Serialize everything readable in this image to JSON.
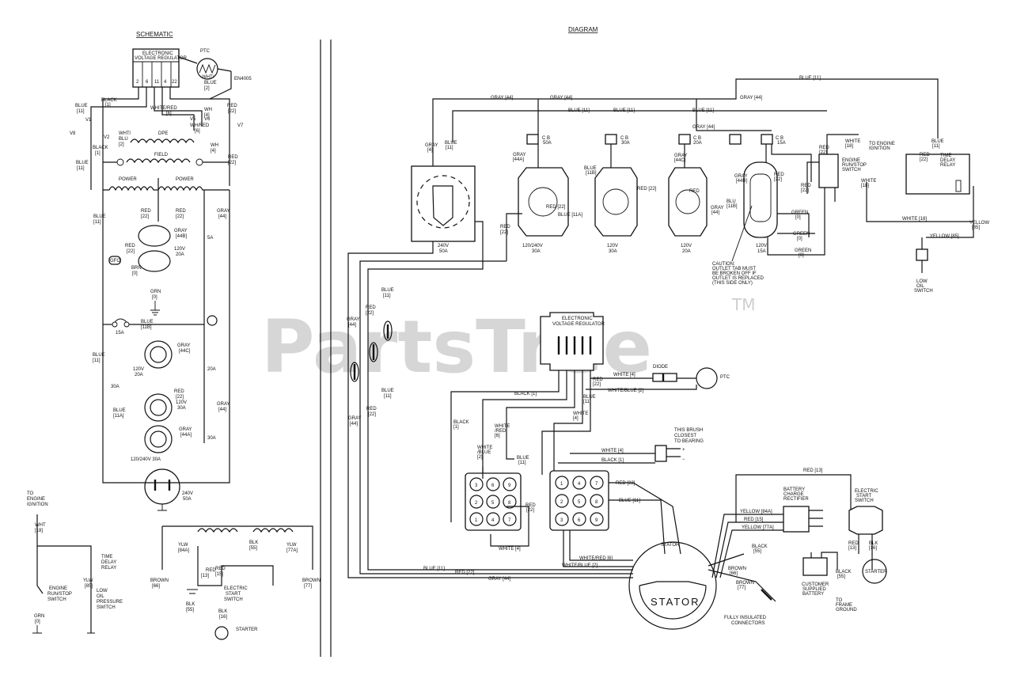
{
  "titles": {
    "schematic": "SCHEMATIC",
    "diagram": "DIAGRAM"
  },
  "watermark": {
    "text": "PartsTree",
    "tm": "TM",
    "color": "#cfcfcf"
  },
  "schematic": {
    "regulator_lines": [
      "ELECTRONIC",
      "VOLTAGE REGULATOR"
    ],
    "regulator_pins": [
      "2",
      "6",
      "11",
      "4",
      "22"
    ],
    "ptc": "PTC",
    "diode": "EN4005",
    "wht_blue_21": [
      "WHT/",
      "BLUE",
      "[2]"
    ],
    "blue_11": [
      "BLUE",
      "[11]"
    ],
    "black_1": [
      "BLACK",
      "[1]"
    ],
    "white_red_6": [
      "WHITE/RED",
      "[6]"
    ],
    "wh_4": [
      "WH",
      "[4]"
    ],
    "red_22a": [
      "RED",
      "[22]"
    ],
    "v1": "V1",
    "v2": "V2",
    "v5": "V5",
    "v6": "V6",
    "v7": "V7",
    "v8": "V8",
    "wht_blu_2": [
      "WHT/",
      "BLU",
      "[2]"
    ],
    "dpe": "DPE",
    "wh_red_6": [
      "WH/RED",
      "[6]"
    ],
    "black_1b": [
      "BLACK",
      "[1]"
    ],
    "wh_4b": [
      "WH",
      "[4]"
    ],
    "field": "FIELD",
    "red_22b": [
      "RED",
      "[22]"
    ],
    "blue_11b": [
      "BLUE",
      "[11]"
    ],
    "power1": "POWER",
    "power2": "POWER",
    "red_22c": [
      "RED",
      "[22]"
    ],
    "red_22d": [
      "RED",
      "[22]"
    ],
    "gray_44a": [
      "GRAY",
      "[44]"
    ],
    "blue_11c": [
      "BLUE",
      "[11]"
    ],
    "gray_44b": [
      "GRAY",
      "[44B]"
    ],
    "a5": "5A",
    "red_22e": [
      "RED",
      "[22]"
    ],
    "v120_20a_top": [
      "120V",
      "20A"
    ],
    "gfci": "GFCI",
    "brn_0": [
      "BRN",
      "[0]"
    ],
    "grn_0": [
      "GRN",
      "[0]"
    ],
    "a15": "15A",
    "blue_11b2": [
      "BLUE",
      "[11B]"
    ],
    "blue_11d": [
      "BLUE",
      "[11]"
    ],
    "gray_44c": [
      "GRAY",
      "[44C]"
    ],
    "v120_20a": [
      "120V",
      "20A"
    ],
    "a20": "20A",
    "a30a": "30A",
    "red_22f": [
      "RED",
      "[22]"
    ],
    "v120_30a": [
      "120V",
      "30A"
    ],
    "blue_11a": [
      "BLUE",
      "[11A]"
    ],
    "gray_44d": [
      "GRAY",
      "[44]"
    ],
    "gray_44a2": [
      "GRAY",
      "[44A]"
    ],
    "a30b": "30A",
    "v120_240_30a": "120/240V  30A",
    "v240_50a": [
      "240V",
      "50A"
    ],
    "to_engine": [
      "TO",
      "ENGINE",
      "IGNITION"
    ],
    "wht_18": [
      "WHT",
      "[18]"
    ],
    "time_delay": [
      "TIME",
      "DELAY",
      "RELAY"
    ],
    "ylw_85": [
      "YLW",
      "[85]"
    ],
    "engine_switch": [
      "ENGINE",
      "RUN/STOP",
      "SWITCH"
    ],
    "low_oil": [
      "LOW",
      "OIL",
      "PRESSURE",
      "SWITCH"
    ],
    "grn_0b": [
      "GRN",
      "[0]"
    ],
    "ylw_84a": [
      "YLW",
      "[84A]"
    ],
    "blk_55a": [
      "BLK",
      "[55]"
    ],
    "ylw_77a": [
      "YLW",
      "[77A]"
    ],
    "brown_66": [
      "BROWN",
      "[66]"
    ],
    "red_13": [
      "RED",
      "[13]"
    ],
    "red_15": [
      "RED",
      "[15]"
    ],
    "electric_start": [
      "ELECTRIC",
      "START",
      "SWITCH"
    ],
    "blk_55b": [
      "BLK",
      "[55]"
    ],
    "blk_16": [
      "BLK",
      "[16]"
    ],
    "starter": "STARTER",
    "brown_77": [
      "BROWN",
      "[77]"
    ]
  },
  "diagram": {
    "gray_44_top1": "GRAY [44]",
    "gray_44_top2": "GRAY [44]",
    "blue_11_top": "BLUE [11]",
    "blue_11_a": "BLUE [11]",
    "blue_11_b": "BLUE [11]",
    "gray_44_top3": "GRAY [44]",
    "gray_44_top4": "GRAY [44]",
    "gray_4": [
      "GRAY",
      "[4]"
    ],
    "blue_11_left": [
      "BLUE",
      "[11]"
    ],
    "cb_50a": [
      "C B",
      "50A"
    ],
    "cb_30a_1": [
      "C B",
      "30A"
    ],
    "cb_20a": [
      "C B",
      "20A"
    ],
    "cb_15a": [
      "C B",
      "15A"
    ],
    "gray_44a": [
      "GRAY",
      "[44A]"
    ],
    "blue_11b": [
      "BLUE",
      "[11B]"
    ],
    "gray_44c": [
      "GRAY",
      "[44C]"
    ],
    "outlet_240_50a": [
      "240V",
      "50A"
    ],
    "outlet_120_240_30a": [
      "120/240V",
      "30A"
    ],
    "outlet_120_30a": [
      "120V",
      "30A"
    ],
    "outlet_120_20a": [
      "120V",
      "20A"
    ],
    "outlet_120_15a": [
      "120V",
      "15A"
    ],
    "red_22_a": "RED [22]",
    "red_22_b": "RED [22]",
    "red_22_c": "RED",
    "blue_11a_lbl": "BLUE [11A]",
    "red_22_left": [
      "RED",
      "[22]"
    ],
    "gray_44b": [
      "GRAY",
      "[44B]"
    ],
    "red_22_d": [
      "RED",
      "[22]"
    ],
    "blu_118": [
      "BLU",
      "[11B]"
    ],
    "gray_44_e": [
      "GRAY",
      "[44]"
    ],
    "green_0a": [
      "GREEN",
      "[0]"
    ],
    "green_0b": [
      "GREEN",
      "[0]"
    ],
    "green_0c": [
      "GREEN",
      "[0]"
    ],
    "caution": [
      "CAUTION:",
      "OUTLET TAB MUST",
      "BE BROKEN OFF IF",
      "OUTLET IS REPLACED",
      "(THIS SIDE ONLY)"
    ],
    "white_18": [
      "WHITE",
      "[18]"
    ],
    "to_engine": [
      "TO ENGINE",
      "IGNITION"
    ],
    "engine_switch": [
      "ENGINE",
      "RUN/STOP",
      "SWITCH"
    ],
    "white_18b": [
      "WHITE",
      "[18]"
    ],
    "red_22_e": [
      "RED",
      "[22]"
    ],
    "blue_11_r": [
      "BLUE",
      "[11]"
    ],
    "time_delay": [
      "TIME",
      "DELAY",
      "RELAY"
    ],
    "red_22_f": [
      "RED",
      "[22]"
    ],
    "white_18c": "WHITE [18]",
    "yellow_85": [
      "YELLOW",
      "[85]"
    ],
    "yellow_85b": "YELLOW [85]",
    "low_oil": [
      "LOW",
      "OIL",
      "SWITCH"
    ],
    "gray_44_l": [
      "GRAY",
      "[44]"
    ],
    "red_22_l": [
      "RED",
      "[22]"
    ],
    "blue_11_l": [
      "BLUE",
      "[11]"
    ],
    "gray_44_l2": [
      "GRAY",
      "[44]"
    ],
    "red_22_l2": [
      "RED",
      "[22]"
    ],
    "blue_11_l2": [
      "BLUE",
      "[11]"
    ],
    "evr": [
      "ELECTRONIC",
      "VOLTAGE REGULATOR"
    ],
    "diode": "DIODE",
    "ptc": "PTC",
    "white_4": "WHITE [4]",
    "black_1": "BLACK [1]",
    "white_blue_2": "WHITE/BLUE [2]",
    "red_22_evr": [
      "RED",
      "[22]"
    ],
    "blue_11_evr": [
      "BLUE",
      "[11]"
    ],
    "white_4_evr": [
      "WHITE",
      "[4]"
    ],
    "black_1_l": [
      "BLACK",
      "[1]"
    ],
    "white_red_6": [
      "WHITE",
      "/RED",
      "[6]"
    ],
    "white_blue_2l": [
      "WHITE",
      "/BLUE",
      "[2]"
    ],
    "blue_11_m": [
      "BLUE",
      "[11]"
    ],
    "brush": [
      "THIS BRUSH",
      "CLOSEST",
      "TO BEARING"
    ],
    "white_4_b": "WHITE [4]",
    "black_1_b": "BLACK [1]",
    "plus": "+",
    "minus": "−",
    "conn1": [
      "3",
      "6",
      "9",
      "2",
      "5",
      "8",
      "1",
      "4",
      "7"
    ],
    "conn2": [
      "1",
      "4",
      "7",
      "2",
      "5",
      "8",
      "3",
      "6",
      "9"
    ],
    "red_22_m": [
      "RED",
      "[22]"
    ],
    "red_22_s": "RED [22]",
    "blue_11_s": "BLUE [11]",
    "white_4_s": "WHITE [4]",
    "white_red_6_s": "WHITE/RED [6]",
    "white_blue_2_s": "WHITE/BLUE [2]",
    "blue_11_bot": "BLUE [11]",
    "red_22_bot": "RED [22]",
    "gray_44_bot": "GRAY [44]",
    "stator": "STATOR",
    "battery_rect": [
      "BATTERY",
      "CHARGE",
      "RECTIFIER"
    ],
    "yellow_84a": "YELLOW [84A]",
    "red_15": "RED [15]",
    "yellow_77a": "YELLOW [77A]",
    "red_13": "RED [13]",
    "electric_start": [
      "ELECTRIC",
      "START",
      "SWITCH"
    ],
    "red_13b": [
      "RED",
      "[13]"
    ],
    "blk_16": [
      "BLK",
      "[16]"
    ],
    "black_55": [
      "BLACK",
      "[55]"
    ],
    "brown_66": [
      "BROWN",
      "[66]"
    ],
    "brown_77": [
      "BROWN",
      "[77]"
    ],
    "fully_insulated": [
      "FULLY INSULATED",
      "CONNECTORS"
    ],
    "battery": [
      "CUSTOMER",
      "SUPPLIED",
      "BATTERY"
    ],
    "black_55b": [
      "BLACK",
      "[55]"
    ],
    "frame_ground": [
      "TO",
      "FRAME",
      "GROUND"
    ],
    "starter": "STARTER"
  }
}
